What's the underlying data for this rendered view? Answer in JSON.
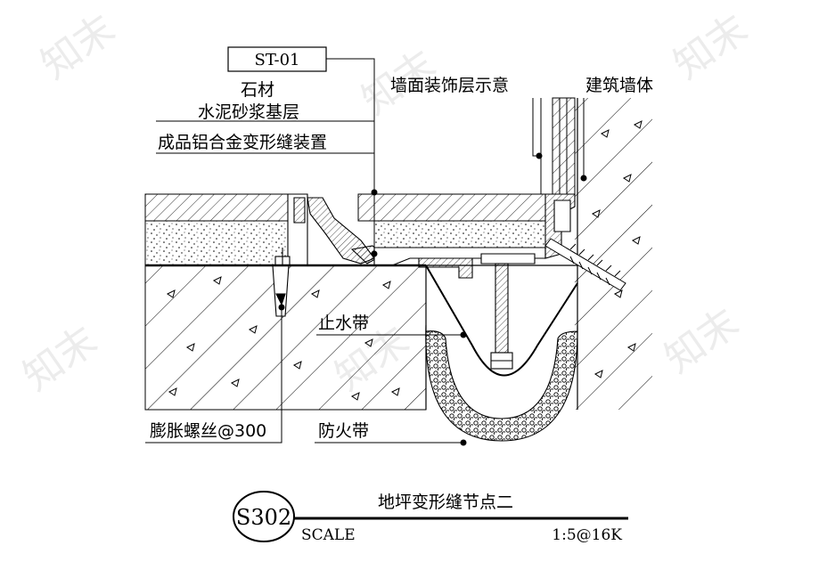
{
  "tag": "ST-01",
  "labels": {
    "stone": "石材",
    "mortar": "水泥砂浆基层",
    "device": "成品铝合金变形缝装置",
    "wall_finish": "墙面装饰层示意",
    "building_wall": "建筑墙体",
    "waterstop": "止水带",
    "bolt": "膨胀螺丝@300",
    "fire_belt": "防火带"
  },
  "title_block": {
    "code": "S302",
    "title": "地坪变形缝节点二",
    "scale_label": "SCALE",
    "scale_value": "1:5@16K"
  },
  "watermark": "知末"
}
